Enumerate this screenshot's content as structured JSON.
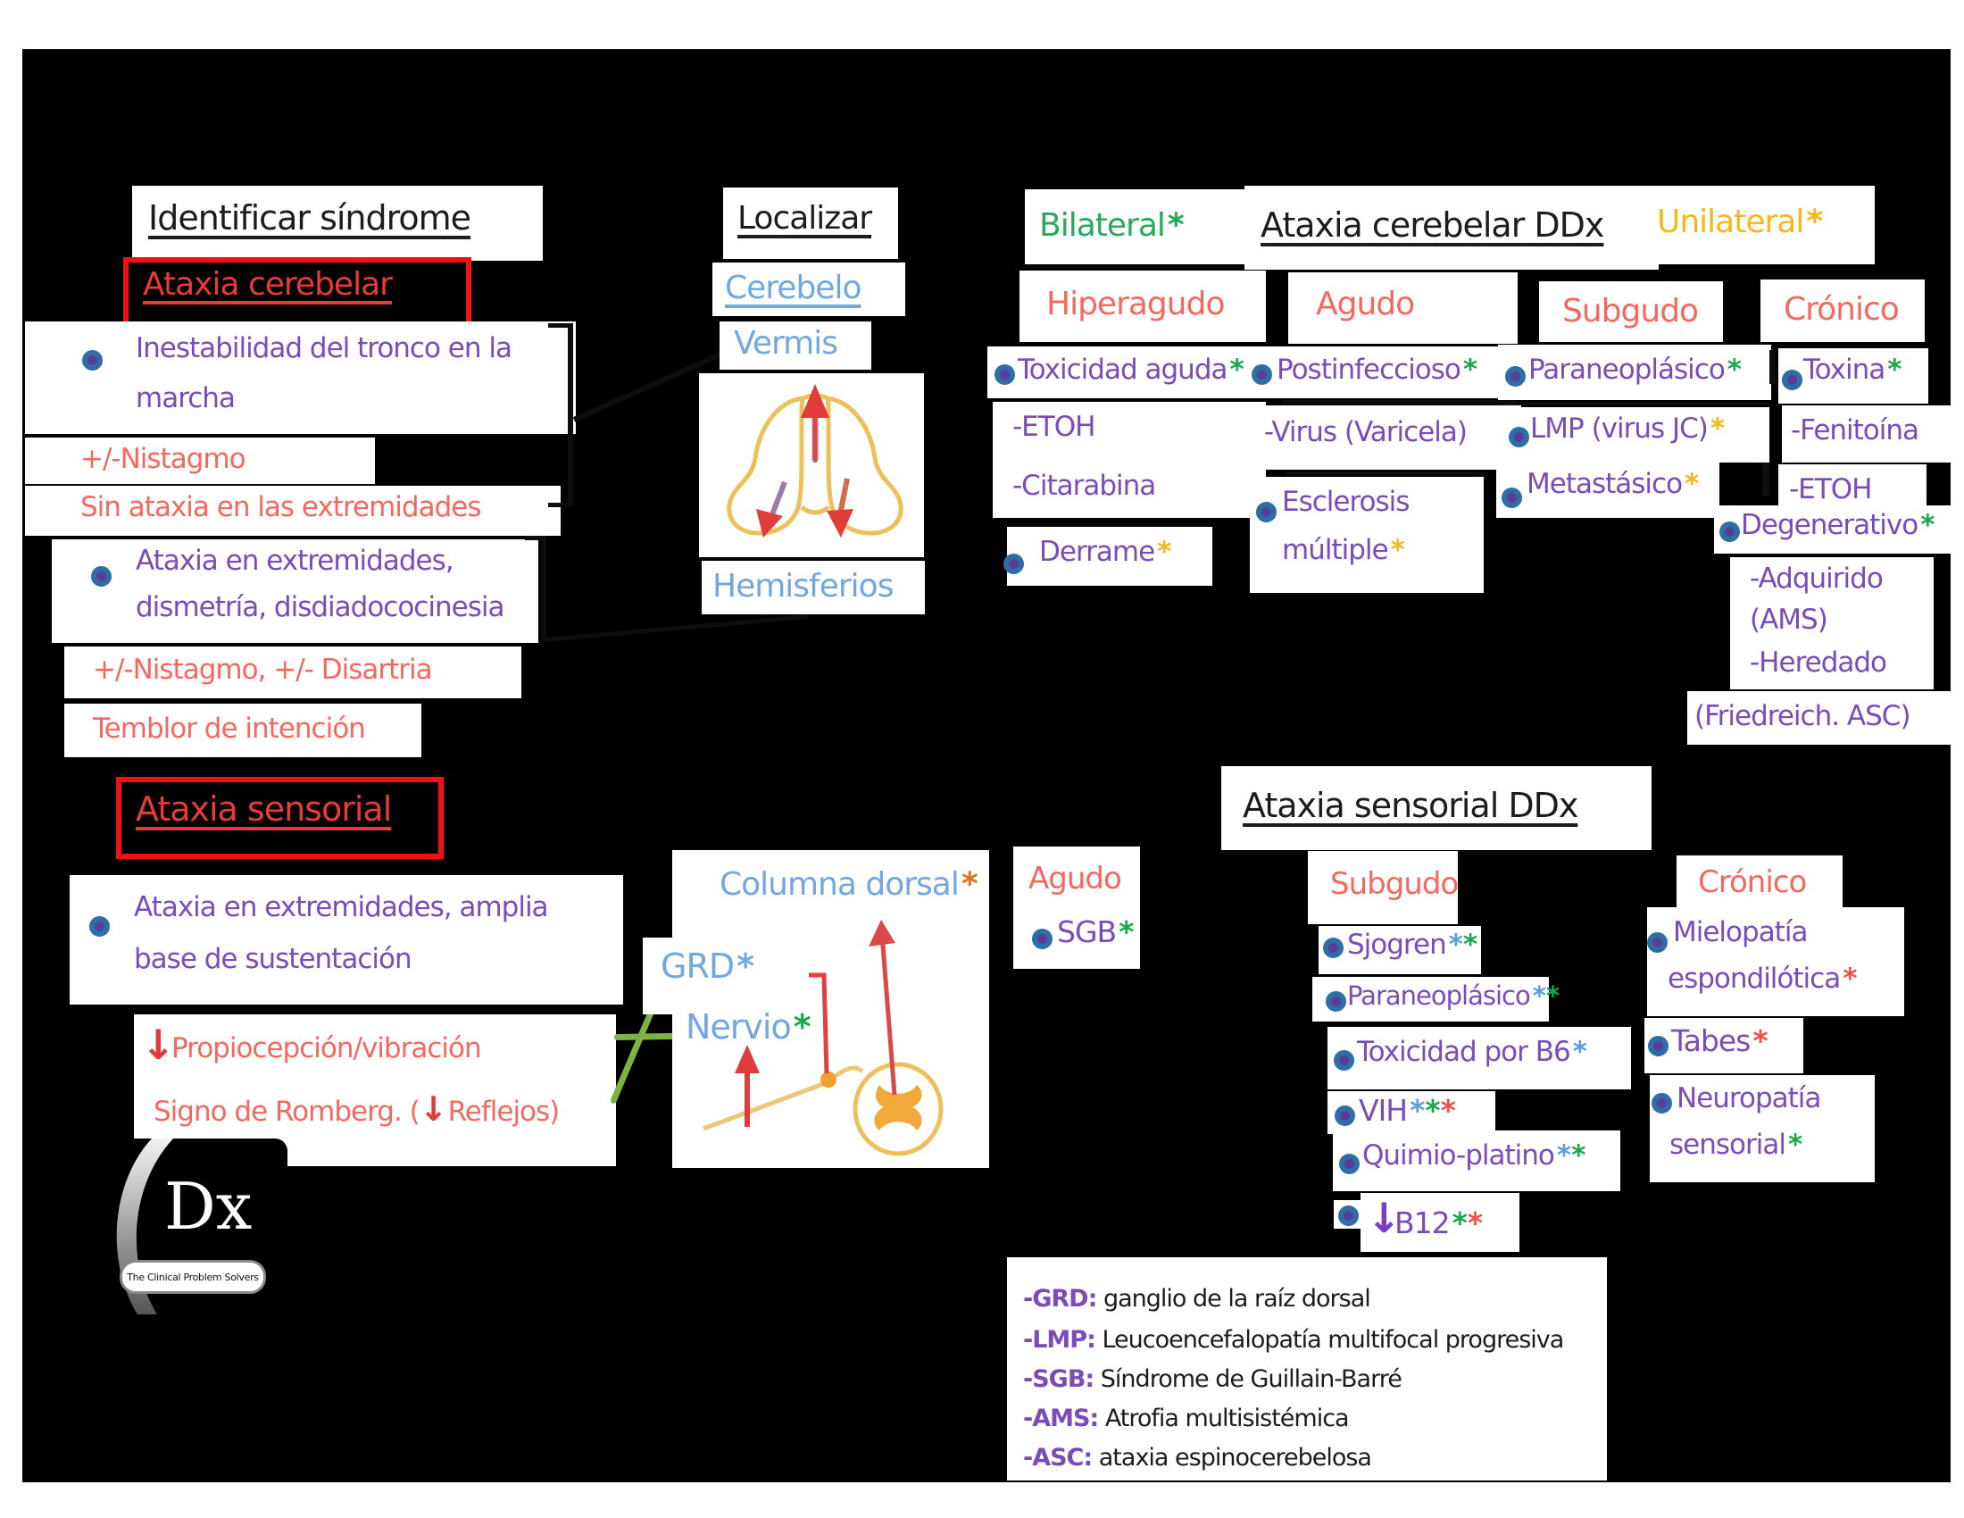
{
  "icons": {
    "asterisk": "*",
    "down_arrow": "↓"
  },
  "logo": {
    "dx": "Dx",
    "tagline": "The Clinical Problem Solvers"
  },
  "syndrome": {
    "title": "Identificar síndrome",
    "cerebellar": {
      "heading": "Ataxia cerebelar",
      "b1_l1": "Inestabilidad del tronco en la",
      "b1_l2": "marcha",
      "f1": "+/-Nistagmo",
      "f2": "Sin ataxia en las extremidades",
      "b2_l1": "Ataxia en extremidades,",
      "b2_l2": "dismetría, disdiadococinesia",
      "f3": "+/-Nistagmo, +/- Disartria",
      "f4": "Temblor de intención"
    },
    "sensory": {
      "heading": "Ataxia sensorial",
      "b1_l1": "Ataxia en extremidades, amplia",
      "b1_l2": "base de sustentación",
      "f1": "Propiocepción/vibración",
      "f2_pre": "Signo de Romberg. (",
      "f2_post": "Reflejos)"
    }
  },
  "localize": {
    "title": "Localizar",
    "cerebellum": "Cerebelo",
    "vermis": "Vermis",
    "hemispheres": "Hemisferios",
    "dorsal_column": "Columna dorsal",
    "grd": "GRD",
    "nerve": "Nervio"
  },
  "ddx_cerebellar": {
    "bilateral": "Bilateral",
    "title": "Ataxia cerebelar DDx",
    "unilateral": "Unilateral",
    "hyperacute": {
      "header": "Hiperagudo",
      "i1": "Toxicidad aguda",
      "i2": "-ETOH",
      "i3": "-Citarabina",
      "i4": "Derrame"
    },
    "acute": {
      "header": "Agudo",
      "i1": "Postinfeccioso",
      "i2": "-Virus (Varicela)",
      "i3_l1": "Esclerosis",
      "i3_l2": "múltiple"
    },
    "subacute": {
      "header": "Subgudo",
      "i1": "Paraneoplásico",
      "i2": "LMP (virus JC)",
      "i3": "Metastásico"
    },
    "chronic": {
      "header": "Crónico",
      "i1": "Toxina",
      "i2": "-Fenitoína",
      "i3": "-ETOH",
      "i4": "Degenerativo",
      "i5": "-Adquirido",
      "i6": "(AMS)",
      "i7": "-Heredado",
      "i8": "(Friedreich. ASC)"
    }
  },
  "ddx_sensory": {
    "title": "Ataxia sensorial DDx",
    "acute": {
      "header": "Agudo",
      "i1": "SGB"
    },
    "subacute": {
      "header": "Subgudo",
      "i1": "Sjogren",
      "i2": "Paraneoplásico",
      "i3": "Toxicidad por B6",
      "i4": "VIH",
      "i5": "Quimio-platino",
      "i6": "B12"
    },
    "chronic": {
      "header": "Crónico",
      "i1_l1": "Mielopatía",
      "i1_l2": "espondilótica",
      "i2": "Tabes",
      "i3_l1": "Neuropatía",
      "i3_l2": "sensorial"
    }
  },
  "legend": {
    "items": [
      {
        "abbr": "-GRD:",
        "text": "ganglio de la raíz dorsal"
      },
      {
        "abbr": "-LMP:",
        "text": "Leucoencefalopatía multifocal progresiva"
      },
      {
        "abbr": "-SGB:",
        "text": "Síndrome de Guillain-Barré"
      },
      {
        "abbr": "-AMS:",
        "text": "Atrofia multisistémica"
      },
      {
        "abbr": "-ASC:",
        "text": "ataxia espinocerebelosa"
      }
    ]
  }
}
